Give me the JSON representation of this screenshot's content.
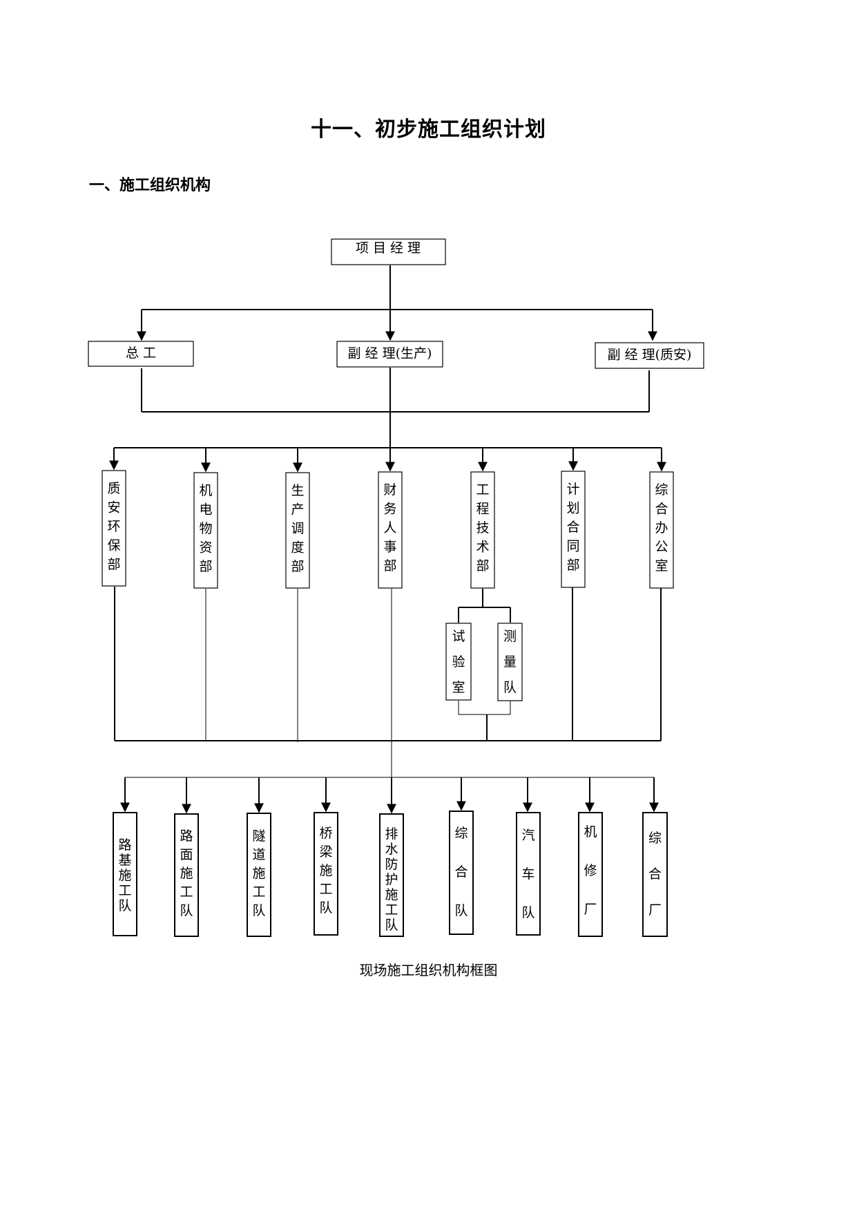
{
  "document": {
    "title": "十一、初步施工组织计划",
    "section_heading": "一、施工组织机构",
    "caption": "现场施工组织机构框图"
  },
  "org_chart": {
    "top": "项 目 经 理",
    "managers": [
      "总      工",
      "副 经 理(生产)",
      "副 经 理(质安)"
    ],
    "departments": [
      "质安环保部",
      "机电物资部",
      "生产调度部",
      "财务人事部",
      "工程技术部",
      "计划合同部",
      "综合办公室"
    ],
    "sub_departments": [
      "试验室",
      "测量队"
    ],
    "teams": [
      "路基施工队",
      "路面施工队",
      "隧道施工队",
      "桥梁施工队",
      "排水防护施工队",
      "综合队",
      "汽车队",
      "机修厂",
      "综合厂"
    ]
  }
}
